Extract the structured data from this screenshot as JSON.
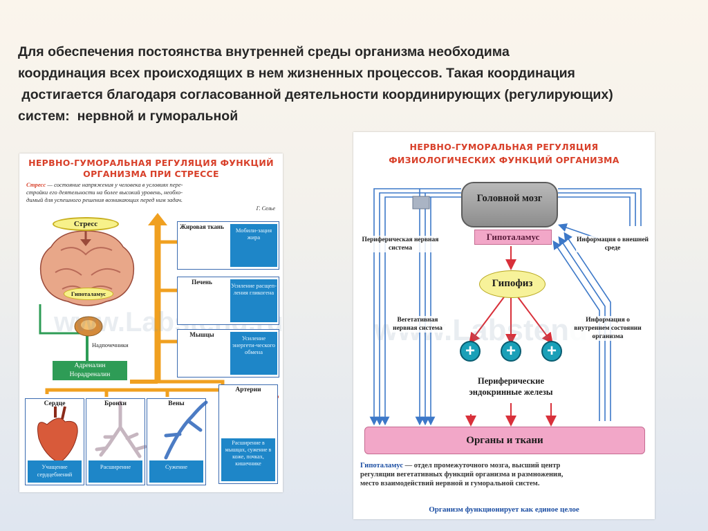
{
  "intro_lines": [
    "Для обеспечения постоянства внутренней среды организма необходима",
    "координация всех происходящих в нем жизненных процессов. Такая координация",
    " достигается благодаря согласованной деятельности координирующих (регулирующих)",
    "систем:  нервной и гуморальной"
  ],
  "left_panel": {
    "title_line1": "Нервно-гуморальная регуляция функций",
    "title_line2": "организма при стрессе",
    "definition_term": "Стресс",
    "definition_lines": [
      " — состояние напряжения у человека в условиях пере-",
      "стройки его деятельности на более высокий уровень, необхо-",
      "димый для успешного решения возникающих перед ним задач."
    ],
    "author": "Г. Селье",
    "stress_label": "Стресс",
    "hypothalamus_label": "Гипоталамус",
    "adrenal_label": "Надпочечники",
    "hormones_line1": "Адреналин",
    "hormones_line2": "Норадреналин",
    "watermark": "www.Labstend.ru",
    "right_items": [
      {
        "name": "Жировая ткань",
        "effect": "Мобили-зация жира"
      },
      {
        "name": "Печень",
        "effect": "Усиление расщеп-ления гликогена"
      },
      {
        "name": "Мышцы",
        "effect": "Усиление энергети-ческого обмена"
      },
      {
        "name": "Артерии",
        "effect": "Расширение в мышцах, сужение в коже, почках, кишечнике"
      }
    ],
    "bottom_items": [
      {
        "name": "Сердце",
        "effect": "Учащение сердцебиений"
      },
      {
        "name": "Бронхи",
        "effect": "Расширение"
      },
      {
        "name": "Вены",
        "effect": "Сужение"
      }
    ]
  },
  "right_panel": {
    "title_line1": "Нервно-гуморальная регуляция",
    "title_line2": "физиологических функций организма",
    "brain": "Головной мозг",
    "hypothalamus": "Гипоталамус",
    "pituitary": "Гипофиз",
    "peripheral_ns": "Периферическая нервная система",
    "external_info": "Информация о внешней среде",
    "vegetative_ns": "Вегетативная нервная система",
    "internal_info": "Информация о внутреннем состоянии организма",
    "plus": "+",
    "glands": "Периферические эндокринные железы",
    "organs": "Органы и ткани",
    "def_term": "Гипоталамус",
    "def_lines": [
      " — отдел промежуточного мозга, высший центр",
      "регуляции вегетативных функций организма и размножения,",
      "место взаимодействий нервной и гуморальной систем."
    ],
    "footer": "Организм функционирует как единое целое",
    "watermark": "www.Labstend.ru"
  },
  "colors": {
    "title_red": "#d8402a",
    "line_blue": "#3c78c8",
    "arrow_red": "#d8303a",
    "organs_pink": "#f2a7c8",
    "pituitary_yellow": "#f7f29a",
    "plus_teal": "#1aa0b8",
    "effect_blue": "#1e86c8",
    "stem_orange": "#f0a020",
    "hormone_green": "#2e9c56"
  }
}
